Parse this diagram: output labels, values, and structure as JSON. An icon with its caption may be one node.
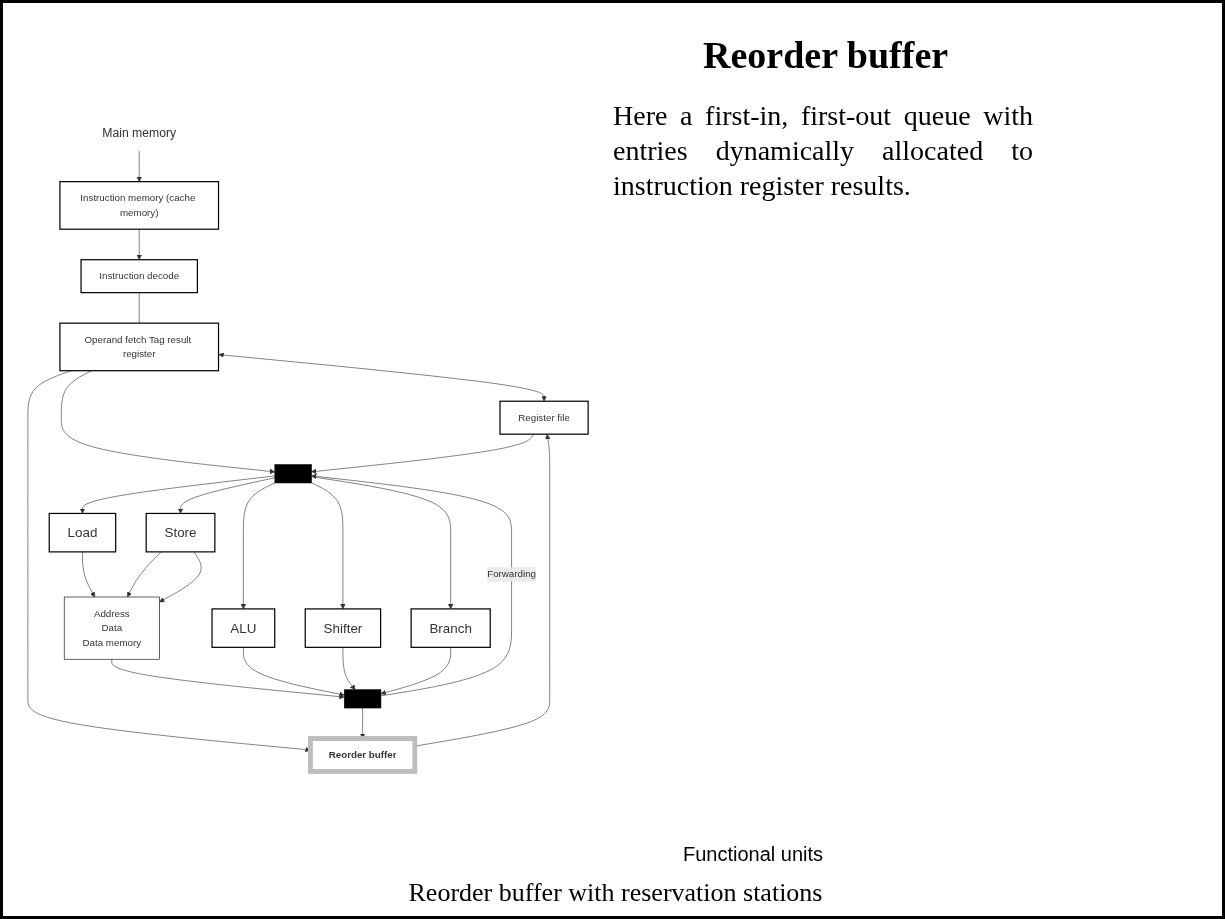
{
  "diagram": {
    "title": "Reorder buffer",
    "caption": "Reorder buffer with reservation stations",
    "nodes": [
      {
        "text": [
          "Main memory"
        ]
      },
      {
        "text": [
          "Instruction memory (cache memory)"
        ]
      },
      {
        "text": [
          "Instruction decode"
        ]
      },
      {
        "text": [
          "Operand fetch Tag result register"
        ]
      },
      {
        "text": [
          "Register file"
        ]
      },
      {
        "text": [
          "Reorder buffer"
        ]
      },
      {
        "text": [
          "Load"
        ]
      },
      {
        "text": [
          "Store"
        ]
      },
      {
        "text": [
          "ALU"
        ]
      },
      {
        "text": [
          "Shifter"
        ]
      },
      {
        "text": [
          "Branch"
        ]
      },
      {
        "text": [
          "Address",
          "Data",
          "Data memory"
        ]
      },
      {
        "text": [],
        "shape": "bar"
      },
      {
        "text": [],
        "shape": "bar"
      }
    ],
    "edges": [
      {
        "from": 0,
        "to": 1,
        "arrow": "to"
      },
      {
        "from": 1,
        "to": 2,
        "arrow": "to"
      },
      {
        "from": 2,
        "to": 3,
        "arrow": "none"
      },
      {
        "from": 3,
        "to": 4,
        "arrow": "both"
      },
      {
        "from": 3,
        "to": 5,
        "arrow": "to"
      },
      {
        "from": 5,
        "to": 4,
        "arrow": "to"
      },
      {
        "from": 3,
        "to": 12,
        "arrow": "to"
      },
      {
        "from": 4,
        "to": 12,
        "arrow": "to"
      },
      {
        "from": 12,
        "to": 6,
        "arrow": "to"
      },
      {
        "from": 12,
        "to": 7,
        "arrow": "to"
      },
      {
        "from": 12,
        "to": 8,
        "arrow": "to"
      },
      {
        "from": 12,
        "to": 9,
        "arrow": "to"
      },
      {
        "from": 12,
        "to": 10,
        "arrow": "to"
      },
      {
        "from": 6,
        "to": 11,
        "arrow": "to"
      },
      {
        "from": 7,
        "to": 11,
        "arrow": "to"
      },
      {
        "from": 7,
        "to": 11,
        "arrow": "to"
      },
      {
        "from": 11,
        "to": 13,
        "arrow": "to"
      },
      {
        "from": 8,
        "to": 13,
        "arrow": "to"
      },
      {
        "from": 9,
        "to": 13,
        "arrow": "to"
      },
      {
        "from": 10,
        "to": 13,
        "arrow": "to"
      },
      {
        "from": 13,
        "to": 5,
        "arrow": "to"
      },
      {
        "from": 13,
        "to": 12,
        "arrow": "to",
        "label": "Forwarding"
      }
    ],
    "labels": [
      "Here a first-in, first-out queue with entries dynamically allocated to instruction register results.",
      "Functional units"
    ]
  }
}
